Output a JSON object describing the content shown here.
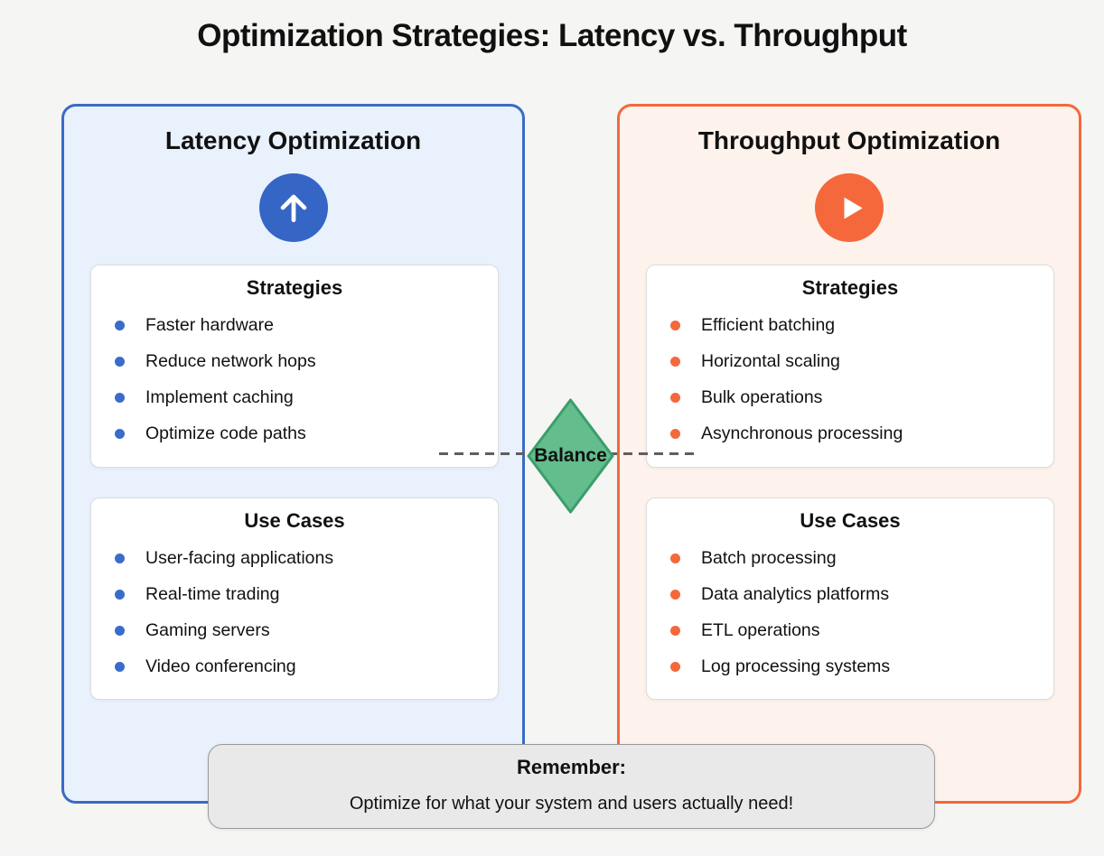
{
  "title": "Optimization Strategies: Latency vs. Throughput",
  "colors": {
    "blue_accent": "#3a6bc5",
    "blue_panel_bg": "#e9f1fd",
    "orange_accent": "#f4683c",
    "orange_panel_bg": "#fdf3ec",
    "green_diamond_fill": "#63bd8c",
    "green_diamond_border": "#3a9e6b",
    "note_bg": "#e9e9e9"
  },
  "left_panel": {
    "title": "Latency Optimization",
    "icon": "up-arrow-icon",
    "strategies": {
      "title": "Strategies",
      "items": [
        "Faster hardware",
        "Reduce network hops",
        "Implement caching",
        "Optimize code paths"
      ]
    },
    "use_cases": {
      "title": "Use Cases",
      "items": [
        "User-facing applications",
        "Real-time trading",
        "Gaming servers",
        "Video conferencing"
      ]
    }
  },
  "right_panel": {
    "title": "Throughput Optimization",
    "icon": "play-icon",
    "strategies": {
      "title": "Strategies",
      "items": [
        "Efficient batching",
        "Horizontal scaling",
        "Bulk operations",
        "Asynchronous processing"
      ]
    },
    "use_cases": {
      "title": "Use Cases",
      "items": [
        "Batch processing",
        "Data analytics platforms",
        "ETL operations",
        "Log processing systems"
      ]
    }
  },
  "balance": {
    "label": "Balance"
  },
  "remember": {
    "title": "Remember:",
    "text": "Optimize for what your system and users actually need!"
  }
}
